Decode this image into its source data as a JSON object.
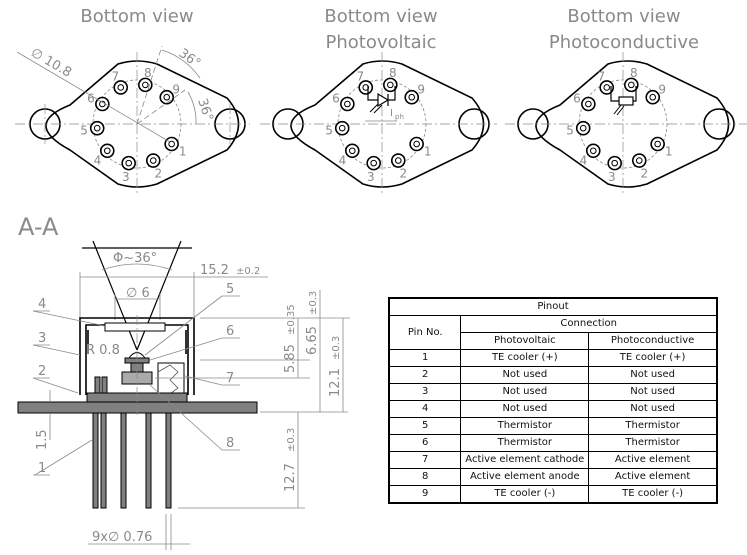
{
  "views": [
    {
      "title_lines": [
        "Bottom view"
      ],
      "annotations": {
        "diameter": "∅ 10.8",
        "angle1": "36°",
        "angle2": "36°"
      }
    },
    {
      "title_lines": [
        "Bottom view",
        "Photovoltaic"
      ],
      "annotations": {
        "current_label": "I",
        "current_sub": "ph"
      }
    },
    {
      "title_lines": [
        "Bottom view",
        "Photoconductive"
      ]
    }
  ],
  "pin_labels": [
    "1",
    "2",
    "3",
    "4",
    "5",
    "6",
    "7",
    "8",
    "9"
  ],
  "section": {
    "title": "A-A",
    "fov": "Φ~36°",
    "width": "15.2",
    "width_tol": "±0.2",
    "window_dia": "∅ 6",
    "radius": "R 0.8",
    "h1": "5.85",
    "h1_tol": "±0.35",
    "h2": "6.65",
    "h2_tol": "±0.3",
    "h3": "12.1",
    "h3_tol": "±0.3",
    "lead_len": "12.7",
    "lead_tol": "±0.3",
    "flange": "1.5",
    "leads": "9x∅ 0.76",
    "callouts": [
      "1",
      "2",
      "3",
      "4",
      "5",
      "6",
      "7",
      "8"
    ]
  },
  "pinout_table": {
    "title": "Pinout",
    "col_pin": "Pin No.",
    "col_connection": "Connection",
    "col_pv": "Photovoltaic",
    "col_pc": "Photoconductive",
    "rows": [
      {
        "pin": "1",
        "pv": "TE cooler (+)",
        "pc": "TE cooler (+)"
      },
      {
        "pin": "2",
        "pv": "Not used",
        "pc": "Not used"
      },
      {
        "pin": "3",
        "pv": "Not used",
        "pc": "Not used"
      },
      {
        "pin": "4",
        "pv": "Not used",
        "pc": "Not used"
      },
      {
        "pin": "5",
        "pv": "Thermistor",
        "pc": "Thermistor"
      },
      {
        "pin": "6",
        "pv": "Thermistor",
        "pc": "Thermistor"
      },
      {
        "pin": "7",
        "pv": "Active element cathode",
        "pc": "Active element"
      },
      {
        "pin": "8",
        "pv": "Active element anode",
        "pc": "Active element"
      },
      {
        "pin": "9",
        "pv": "TE cooler (-)",
        "pc": "TE cooler (-)"
      }
    ]
  }
}
